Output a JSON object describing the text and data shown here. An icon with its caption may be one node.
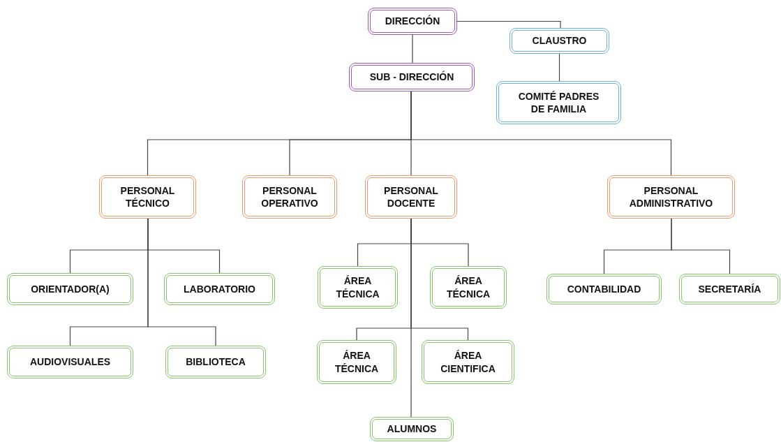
{
  "diagram": {
    "nodes": [
      {
        "text": [
          "DIRECCIÓN"
        ]
      },
      {
        "text": [
          "CLAUSTRO"
        ]
      },
      {
        "text": [
          "SUB - DIRECCIÓN"
        ]
      },
      {
        "text": [
          "COMITÉ PADRES DE FAMILIA"
        ]
      },
      {
        "text": [
          "PERSONAL TÉCNICO"
        ]
      },
      {
        "text": [
          "PERSONAL OPERATIVO"
        ]
      },
      {
        "text": [
          "PERSONAL DOCENTE"
        ]
      },
      {
        "text": [
          "PERSONAL ADMINISTRATIVO"
        ]
      },
      {
        "text": [
          "ORIENTADOR(A)"
        ]
      },
      {
        "text": [
          "LABORATORIO"
        ]
      },
      {
        "text": [
          "ÁREA TÉCNICA"
        ]
      },
      {
        "text": [
          "ÁREA TÉCNICA"
        ]
      },
      {
        "text": [
          "CONTABILIDAD"
        ]
      },
      {
        "text": [
          "SECRETARÍA"
        ]
      },
      {
        "text": [
          "AUDIOVISUALES"
        ]
      },
      {
        "text": [
          "BIBLIOTECA"
        ]
      },
      {
        "text": [
          "ÁREA TÉCNICA"
        ]
      },
      {
        "text": [
          "ÁREA CIENTIFICA"
        ]
      },
      {
        "text": [
          "ALUMNOS"
        ]
      }
    ],
    "edges": [
      {
        "from": 0,
        "to": 1,
        "arrow": "none"
      },
      {
        "from": 0,
        "to": 2,
        "arrow": "none"
      },
      {
        "from": 1,
        "to": 3,
        "arrow": "none"
      },
      {
        "from": 2,
        "to": 4,
        "arrow": "none"
      },
      {
        "from": 2,
        "to": 5,
        "arrow": "none"
      },
      {
        "from": 2,
        "to": 6,
        "arrow": "none"
      },
      {
        "from": 2,
        "to": 7,
        "arrow": "none"
      },
      {
        "from": 4,
        "to": 8,
        "arrow": "none"
      },
      {
        "from": 4,
        "to": 9,
        "arrow": "none"
      },
      {
        "from": 4,
        "to": 14,
        "arrow": "none"
      },
      {
        "from": 4,
        "to": 15,
        "arrow": "none"
      },
      {
        "from": 6,
        "to": 10,
        "arrow": "none"
      },
      {
        "from": 6,
        "to": 11,
        "arrow": "none"
      },
      {
        "from": 6,
        "to": 16,
        "arrow": "none"
      },
      {
        "from": 6,
        "to": 17,
        "arrow": "none"
      },
      {
        "from": 6,
        "to": 18,
        "arrow": "none"
      },
      {
        "from": 7,
        "to": 12,
        "arrow": "none"
      },
      {
        "from": 7,
        "to": 13,
        "arrow": "none"
      }
    ]
  }
}
